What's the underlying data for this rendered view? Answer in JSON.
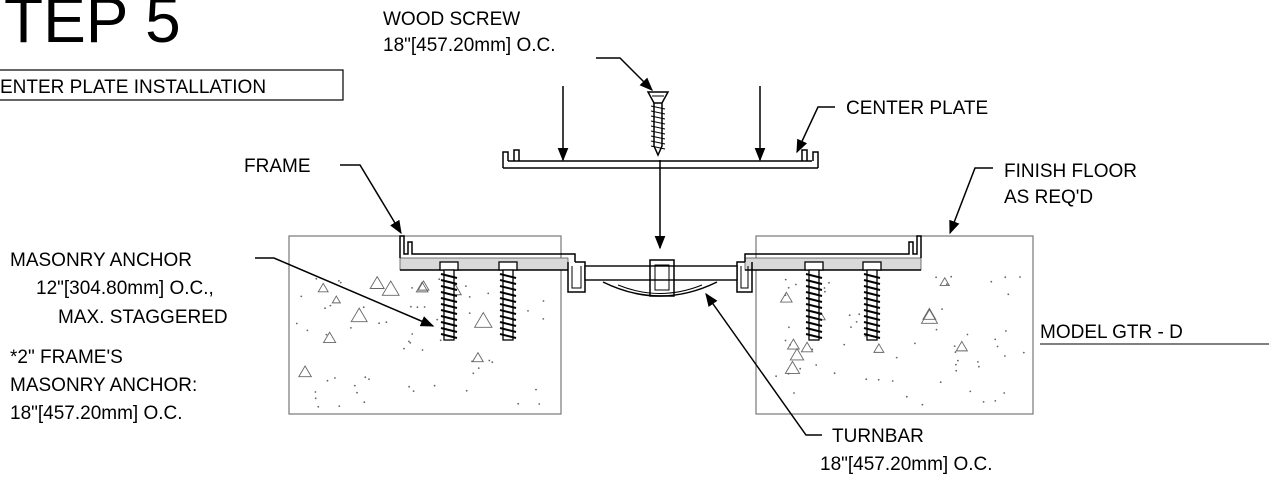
{
  "title": "TEP 5",
  "subtitle": "ENTER PLATE INSTALLATION",
  "model": "MODEL GTR - D",
  "callouts": {
    "wood_screw": [
      "WOOD SCREW",
      "18\"[457.20mm] O.C."
    ],
    "center_plate": [
      "CENTER PLATE"
    ],
    "frame": [
      "FRAME"
    ],
    "finish_floor": [
      "FINISH FLOOR",
      "AS REQ'D"
    ],
    "masonry_anchor": [
      "MASONRY ANCHOR",
      "12\"[304.80mm] O.C.,",
      "MAX. STAGGERED"
    ],
    "frame_note": [
      "*2\" FRAME'S",
      "MASONRY ANCHOR:",
      "18\"[457.20mm] O.C."
    ],
    "turnbar": [
      "TURNBAR",
      "18\"[457.20mm] O.C."
    ]
  }
}
